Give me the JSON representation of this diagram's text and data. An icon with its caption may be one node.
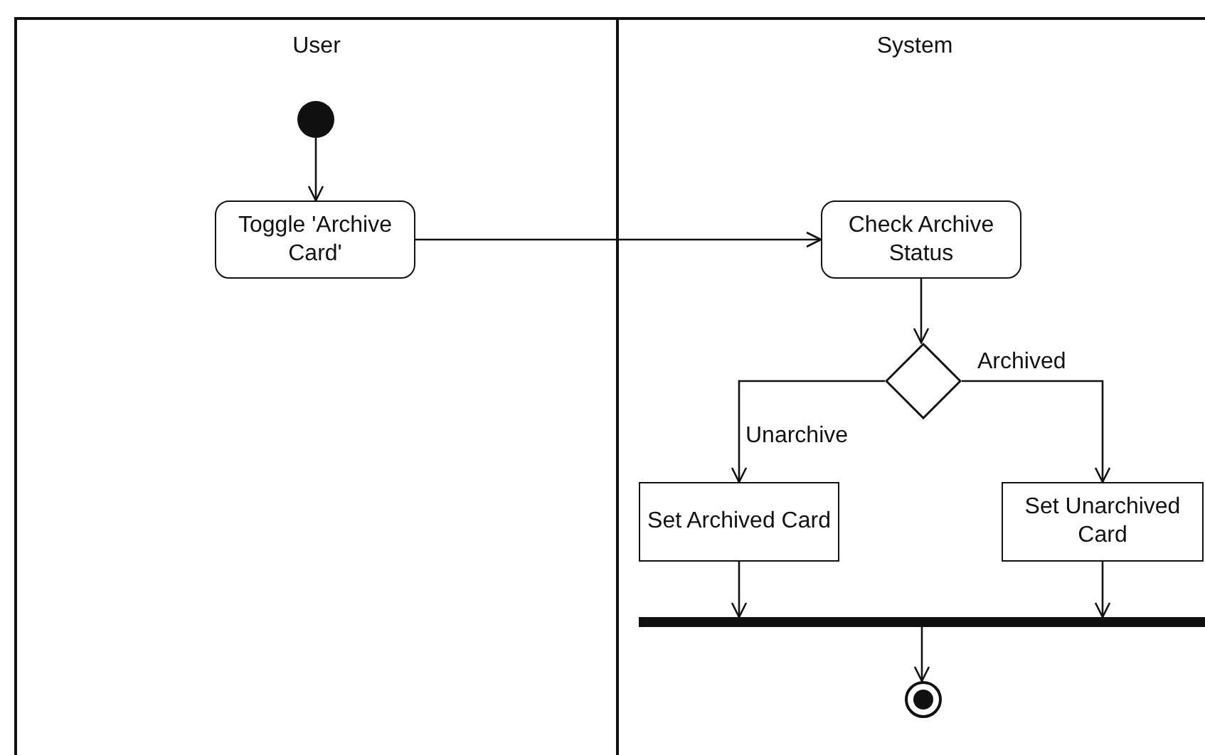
{
  "diagram": {
    "nodes": [
      {
        "text": [
          "User"
        ]
      },
      {
        "text": [
          "System"
        ]
      },
      {
        "text": [],
        "shape": "circle",
        "in": 0
      },
      {
        "text": [
          "Toggle 'Archive Card'"
        ],
        "in": 0
      },
      {
        "text": [
          "Check Archive Status"
        ],
        "in": 1
      },
      {
        "text": [],
        "shape": "diamond",
        "in": 1
      },
      {
        "text": [
          "Set Archived Card"
        ],
        "in": 1
      },
      {
        "text": [
          "Set Unarchived Card"
        ],
        "in": 1
      },
      {
        "text": [],
        "shape": "bar",
        "in": 1
      },
      {
        "text": [],
        "shape": "circle",
        "in": 1
      }
    ],
    "edges": [
      {
        "from": 2,
        "to": 3,
        "arrow": "to"
      },
      {
        "from": 3,
        "to": 4,
        "arrow": "to"
      },
      {
        "from": 4,
        "to": 5,
        "arrow": "to"
      },
      {
        "from": 5,
        "to": 6,
        "arrow": "to",
        "label": "Unarchive"
      },
      {
        "from": 5,
        "to": 7,
        "arrow": "to",
        "label": "Archived"
      },
      {
        "from": 6,
        "to": 8,
        "arrow": "to"
      },
      {
        "from": 7,
        "to": 8,
        "arrow": "to"
      },
      {
        "from": 8,
        "to": 9,
        "arrow": "to"
      }
    ]
  }
}
